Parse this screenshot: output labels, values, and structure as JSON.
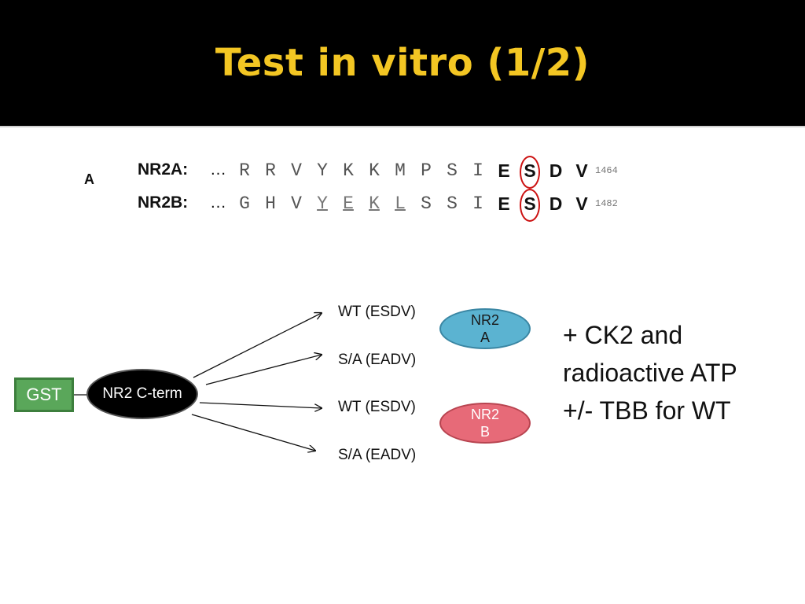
{
  "title": "Test in vitro (1/2)",
  "alignment": {
    "panel_label": "A",
    "rows": [
      {
        "name": "NR2A:",
        "prefix": "…",
        "residues": [
          "R",
          "R",
          "V",
          "Y",
          "K",
          "K",
          "M",
          "P",
          "S",
          "I",
          "E",
          "S",
          "D",
          "V"
        ],
        "bold": [
          10,
          11,
          12,
          13
        ],
        "underlined": [],
        "circled": [
          11
        ],
        "end_number": "1464"
      },
      {
        "name": "NR2B:",
        "prefix": "…",
        "residues": [
          "G",
          "H",
          "V",
          "Y",
          "E",
          "K",
          "L",
          "S",
          "S",
          "I",
          "E",
          "S",
          "D",
          "V"
        ],
        "bold": [
          10,
          11,
          12,
          13
        ],
        "underlined": [
          3,
          4,
          5,
          6
        ],
        "circled": [
          11
        ],
        "end_number": "1482"
      }
    ]
  },
  "diagram": {
    "gst_label": "GST",
    "nr2_label": "NR2 C-term",
    "variants": [
      "WT (ESDV)",
      "S/A (EADV)",
      "WT (ESDV)",
      "S/A (EADV)"
    ],
    "nr2a_label": "NR2 A",
    "nr2b_label": "NR2 B"
  },
  "conditions": {
    "line1": "+ CK2 and",
    "line2": "radioactive ATP",
    "line3": "+/- TBB for WT"
  },
  "colors": {
    "title": "#f3c623",
    "gst_fill": "#5aa75a",
    "nr2a_fill": "#5bb3d1",
    "nr2b_fill": "#e76a78",
    "circle": "#cc1111"
  }
}
